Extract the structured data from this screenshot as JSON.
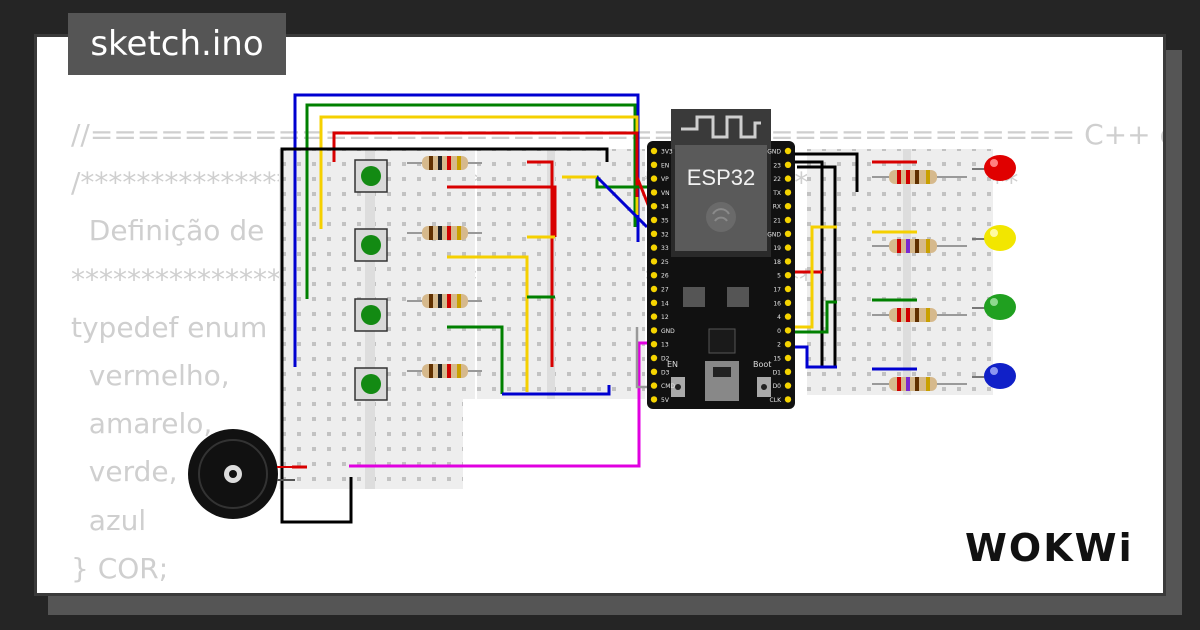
{
  "title_tab": "sketch.ino",
  "code_lines": [
    "//========================================== C++ code ===========",
    "/*******************************************************************",
    "  Definição de",
    "*****************************************************************",
    "typedef enum",
    "  vermelho,",
    "  amarelo,",
    "  verde,",
    "  azul",
    "} COR;"
  ],
  "board": {
    "label": "ESP32",
    "left_pins": [
      "3V3",
      "EN",
      "VP",
      "VN",
      "34",
      "35",
      "32",
      "33",
      "25",
      "26",
      "27",
      "14",
      "12",
      "GND",
      "13",
      "D2",
      "D3",
      "CMD",
      "5V"
    ],
    "right_pins": [
      "GND",
      "23",
      "22",
      "TX",
      "RX",
      "21",
      "GND",
      "19",
      "18",
      "5",
      "17",
      "16",
      "4",
      "0",
      "2",
      "15",
      "D1",
      "D0",
      "CLK"
    ],
    "buttons": [
      "EN",
      "Boot"
    ]
  },
  "leds": [
    {
      "name": "red",
      "color": "#e00000"
    },
    {
      "name": "yellow",
      "color": "#f2e600"
    },
    {
      "name": "green",
      "color": "#20a020"
    },
    {
      "name": "blue",
      "color": "#1020c8"
    }
  ],
  "wire_colors": {
    "blue": "#0000d0",
    "green": "#008000",
    "yellow": "#f5d000",
    "red": "#d80000",
    "black": "#000000",
    "magenta": "#e000e0",
    "gray": "#999999"
  },
  "brand": "WOKWi"
}
